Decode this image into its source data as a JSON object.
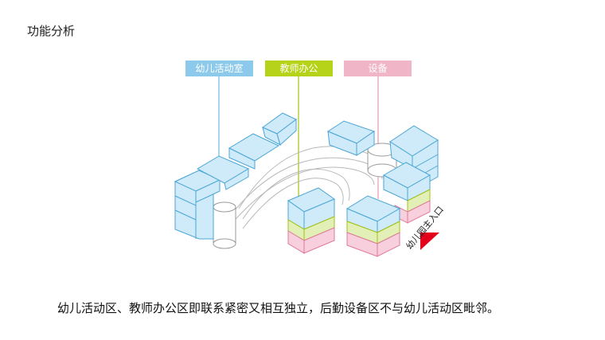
{
  "page": {
    "title": "功能分析"
  },
  "legend": {
    "activity": {
      "label": "幼儿活动室",
      "color": "#8cc9ea"
    },
    "teacher": {
      "label": "教师办公",
      "color": "#b6d219"
    },
    "logistic": {
      "label": "设备",
      "color": "#f0b6c8"
    }
  },
  "diagram": {
    "entrance_label": "幼儿园主入口",
    "entrance_color": "#e3001b",
    "block_colors": {
      "activity": "#cfeaf8",
      "teacher": "#e2f0b8",
      "logistic": "#f8cfdd"
    }
  },
  "caption": "幼儿活动区、教师办公区即联系紧密又相互独立，后勤设备区不与幼儿活动区毗邻。"
}
